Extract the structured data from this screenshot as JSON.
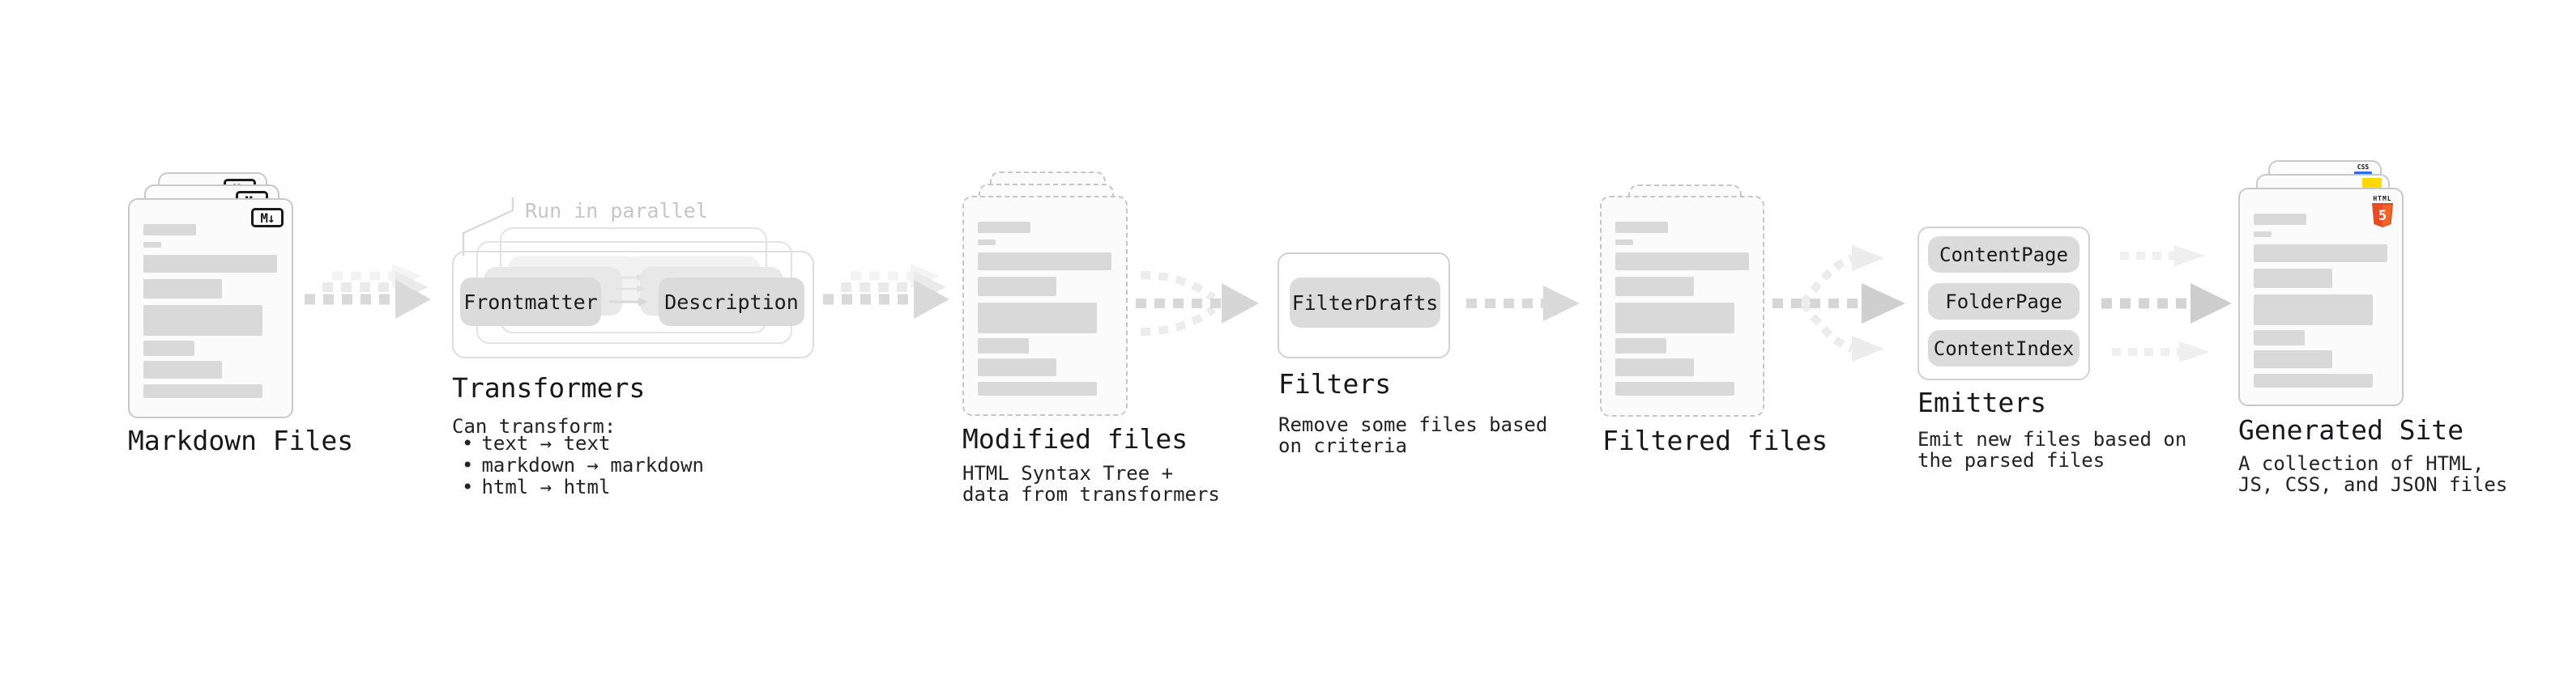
{
  "annotation": {
    "run_in_parallel": "Run in parallel"
  },
  "sections": {
    "markdown_files": {
      "title": "Markdown Files",
      "file_icon": "M↓"
    },
    "transformers": {
      "title": "Transformers",
      "buttons": [
        "Frontmatter",
        "Description"
      ],
      "desc_heading": "Can transform:",
      "bullet_char": "•",
      "bullets": [
        "text → text",
        "markdown → markdown",
        "html → html"
      ]
    },
    "modified_files": {
      "title": "Modified files",
      "desc": "HTML Syntax Tree +\ndata from transformers"
    },
    "filters": {
      "title": "Filters",
      "button": "FilterDrafts",
      "desc": "Remove some files based\non criteria"
    },
    "filtered_files": {
      "title": "Filtered files"
    },
    "emitters": {
      "title": "Emitters",
      "buttons": [
        "ContentPage",
        "FolderPage",
        "ContentIndex"
      ],
      "desc": "Emit new files based on\nthe parsed files"
    },
    "generated_site": {
      "title": "Generated Site",
      "desc": "A collection of HTML,\nJS, CSS, and JSON files",
      "html5_badge_text": "HTML",
      "html5_badge_number": "5",
      "css_badge_text": "CSS"
    }
  },
  "colors": {
    "html5_orange": "#E44D26",
    "js_yellow": "#FFD900",
    "css_blue": "#2E6BE6",
    "placeholder_bar": "#D9D9D9",
    "button_gray": "#DBDBDB",
    "arrow_gray": "#D9D9D9",
    "arrow_faint": "#EFEFEF",
    "text_dark": "#18181B",
    "annotation_gray": "#C6C6C6"
  }
}
